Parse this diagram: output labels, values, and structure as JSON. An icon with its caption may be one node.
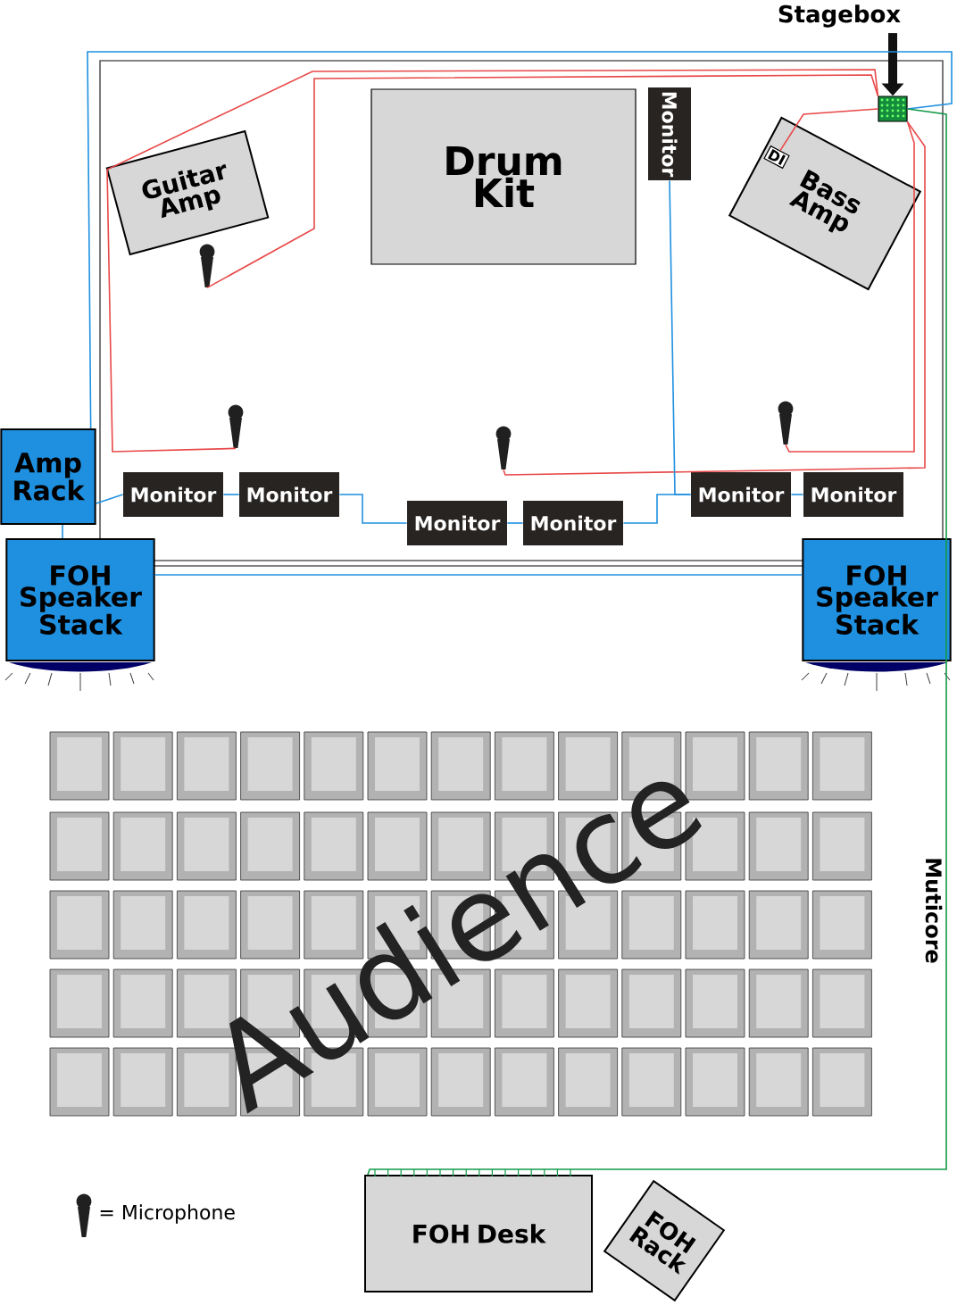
{
  "diagram": {
    "nodes": [
      {
        "text": [
          "Stagebox"
        ]
      },
      {
        "text": [],
        "shape": "box"
      },
      {
        "text": [
          "Guitar Amp"
        ]
      },
      {
        "text": [
          "Drum Kit"
        ]
      },
      {
        "text": [
          "Monitor"
        ]
      },
      {
        "text": [
          "Bass Amp"
        ]
      },
      {
        "text": [
          "DI"
        ],
        "in": 5
      },
      {
        "text": [],
        "shape": "microphone"
      },
      {
        "text": [],
        "shape": "microphone"
      },
      {
        "text": [],
        "shape": "microphone"
      },
      {
        "text": [],
        "shape": "microphone"
      },
      {
        "text": [
          "Amp Rack"
        ]
      },
      {
        "text": [
          "Monitor"
        ]
      },
      {
        "text": [
          "Monitor"
        ]
      },
      {
        "text": [
          "Monitor"
        ]
      },
      {
        "text": [
          "Monitor"
        ]
      },
      {
        "text": [
          "Monitor"
        ]
      },
      {
        "text": [
          "Monitor"
        ]
      },
      {
        "text": [
          "FOH Speaker Stack"
        ]
      },
      {
        "text": [
          "FOH Speaker Stack"
        ]
      },
      {
        "text": [
          "FOH Desk"
        ]
      },
      {
        "text": [
          "FOH Rack"
        ]
      }
    ],
    "edges": [
      {
        "from": 0,
        "to": 1,
        "arrow": "to",
        "style": "thick",
        "color": "#111111"
      },
      {
        "from": 7,
        "to": 1,
        "arrow": "none",
        "color": "#e84848"
      },
      {
        "from": 8,
        "to": 1,
        "arrow": "none",
        "color": "#e84848"
      },
      {
        "from": 9,
        "to": 1,
        "arrow": "none",
        "color": "#e84848"
      },
      {
        "from": 10,
        "to": 1,
        "arrow": "none",
        "color": "#e84848"
      },
      {
        "from": 6,
        "to": 1,
        "arrow": "none",
        "color": "#e84848"
      },
      {
        "from": 1,
        "to": 11,
        "arrow": "none"
      },
      {
        "from": 11,
        "to": 12,
        "arrow": "none"
      },
      {
        "from": 12,
        "to": 13,
        "arrow": "none"
      },
      {
        "from": 13,
        "to": 14,
        "arrow": "none"
      },
      {
        "from": 14,
        "to": 15,
        "arrow": "none"
      },
      {
        "from": 15,
        "to": 16,
        "arrow": "none"
      },
      {
        "from": 16,
        "to": 17,
        "arrow": "none"
      },
      {
        "from": 4,
        "to": 16,
        "arrow": "none"
      },
      {
        "from": 11,
        "to": 18,
        "arrow": "none"
      },
      {
        "from": 18,
        "to": 19,
        "arrow": "none"
      },
      {
        "from": 1,
        "to": 20,
        "arrow": "none",
        "label": "Muticore",
        "color": "#139a4a"
      }
    ],
    "labels": [
      "Audience"
    ],
    "legend": [
      {
        "text": "= Microphone"
      }
    ]
  }
}
